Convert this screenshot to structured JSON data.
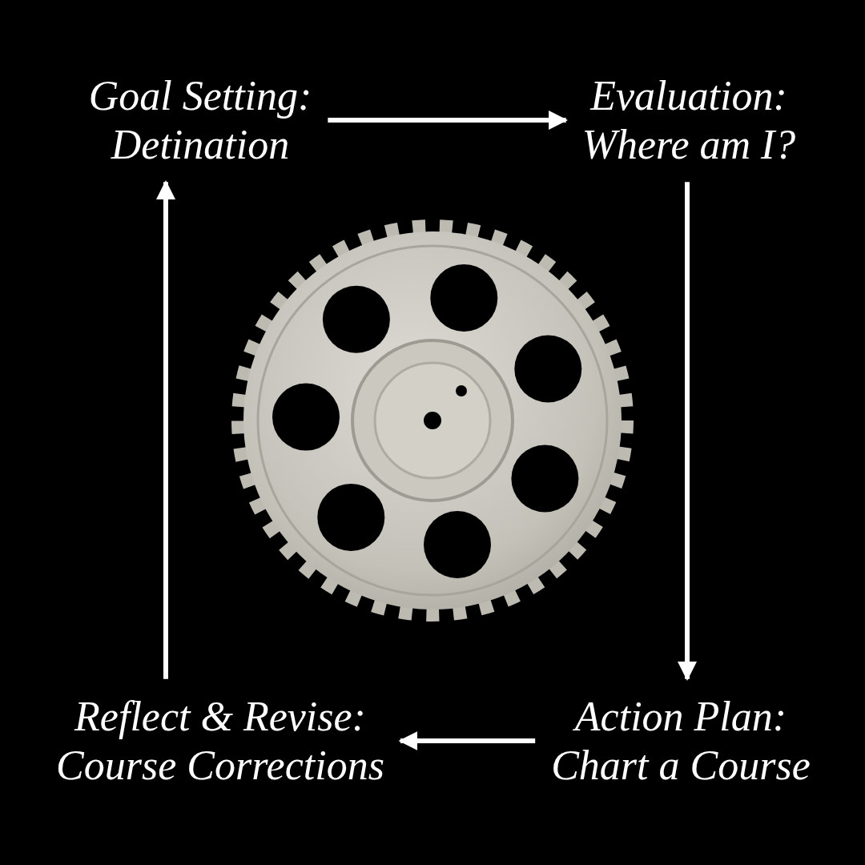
{
  "diagram": {
    "nodes": [
      {
        "text": [
          "Goal Setting:",
          "Detination"
        ]
      },
      {
        "text": [
          "Evaluation:",
          "Where am I?"
        ]
      },
      {
        "text": [
          "Reflect & Revise:",
          "Course Corrections"
        ]
      },
      {
        "text": [
          "Action Plan:",
          "Chart a Course"
        ]
      }
    ],
    "edges": [
      {
        "from": 0,
        "to": 1,
        "arrow": "to"
      },
      {
        "from": 1,
        "to": 3,
        "arrow": "to"
      },
      {
        "from": 3,
        "to": 2,
        "arrow": "to"
      },
      {
        "from": 2,
        "to": 0,
        "arrow": "to"
      }
    ]
  }
}
